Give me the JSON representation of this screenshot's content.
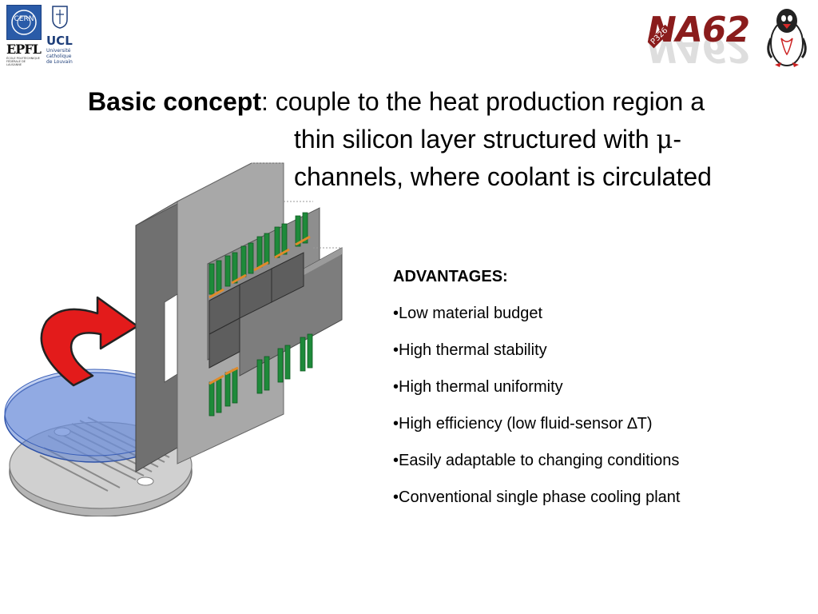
{
  "logos": {
    "cern": "CERN",
    "epfl": "EPFL",
    "epfl_sub": "ÉCOLE POLYTECHNIQUE FÉDÉRALE DE LAUSANNE",
    "ucl": "UCL",
    "ucl_sub": [
      "Université",
      "catholique",
      "de Louvain"
    ],
    "na62": "NA62",
    "p326": "P326"
  },
  "title": {
    "strong": "Basic concept",
    "line1_rest": ": couple to the heat production region a",
    "line2_pre": "thin silicon layer structured with  ",
    "line2_mu": "μ",
    "line2_post": "-",
    "line3": "channels, where coolant is circulated"
  },
  "advantages": {
    "heading": "ADVANTAGES:",
    "items": [
      "•Low material budget",
      "•High thermal stability",
      "•High thermal uniformity",
      "•High efficiency (low fluid-sensor ∆T)",
      "•Easily adaptable to changing conditions",
      "•Conventional single phase cooling plant"
    ]
  },
  "colors": {
    "na62_red": "#8a1c1c",
    "arrow_red": "#e31b1b",
    "plate_blue": "#5b7fd0",
    "chip_green": "#1e8a3a",
    "frame_gray": "#8c8c8c"
  }
}
